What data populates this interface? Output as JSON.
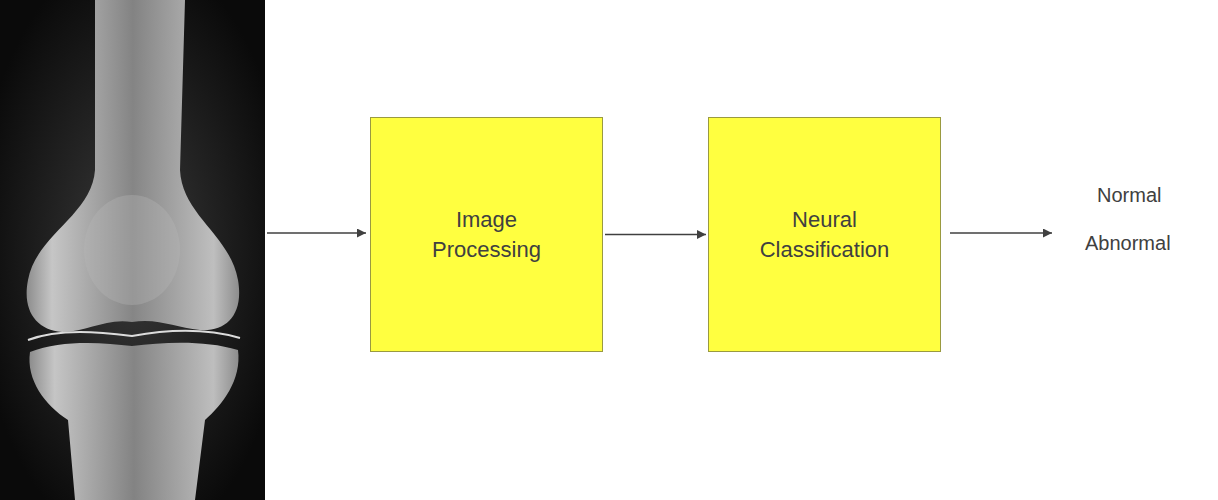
{
  "diagram": {
    "nodes": [
      {
        "text": [
          "Image Processing"
        ]
      },
      {
        "text": [
          "Neural Classification"
        ]
      }
    ],
    "edges": [
      {
        "from": 0,
        "to": 1,
        "arrow": "to"
      }
    ],
    "labels": [
      "Normal",
      "Abnormal"
    ]
  }
}
